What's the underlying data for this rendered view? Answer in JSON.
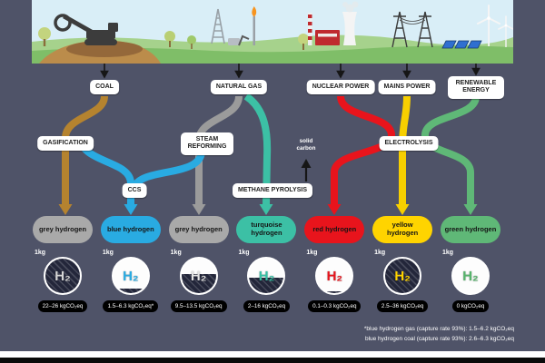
{
  "banner": {
    "scene_icons": [
      "coal-mine-excavator",
      "trees",
      "oil-derrick",
      "flare-stack",
      "oil-tank",
      "nuclear-plant-cooling-tower",
      "striped-chimney",
      "transmission-towers",
      "solar-panels",
      "wind-turbines"
    ]
  },
  "sources": [
    {
      "id": "coal",
      "label": "COAL"
    },
    {
      "id": "natural-gas",
      "label": "NATURAL GAS"
    },
    {
      "id": "nuclear-power",
      "label": "NUCLEAR POWER"
    },
    {
      "id": "mains-power",
      "label": "MAINS POWER"
    },
    {
      "id": "renewable-energy",
      "label": "RENEWABLE ENERGY"
    }
  ],
  "processes": [
    {
      "id": "gasification",
      "label": "GASIFICATION"
    },
    {
      "id": "steam-reforming",
      "label": "STEAM REFORMING"
    },
    {
      "id": "ccs",
      "label": "CCS"
    },
    {
      "id": "methane-pyrolysis",
      "label": "METHANE PYROLYSIS"
    },
    {
      "id": "electrolysis",
      "label": "ELECTROLYSIS"
    }
  ],
  "solid_carbon_label": "solid carbon",
  "hydrogens": [
    {
      "name": "grey hydrogen",
      "color": "#a9a9a9",
      "mass": "1kg",
      "h2": "H₂",
      "h2_color": "#d6d6d6",
      "fill_pct": 100,
      "emission": "22–26 kgCO₂eq"
    },
    {
      "name": "blue hydrogen",
      "color": "#29abe2",
      "mass": "1kg",
      "h2": "H₂",
      "h2_color": "#29abe2",
      "fill_pct": 12,
      "emission": "1.5–6.3 kgCO₂eq*"
    },
    {
      "name": "grey hydrogen",
      "color": "#a9a9a9",
      "mass": "1kg",
      "h2": "H₂",
      "h2_color": "#e2e2e2",
      "fill_pct": 55,
      "emission": "9.5–13.5 kgCO₂eq"
    },
    {
      "name": "turquoise hydrogen",
      "color": "#3cc0a5",
      "mass": "1kg",
      "h2": "H₂",
      "h2_color": "#35c0a4",
      "fill_pct": 45,
      "emission": "2–16 kgCO₂eq"
    },
    {
      "name": "red hydrogen",
      "color": "#e8141c",
      "mass": "1kg",
      "h2": "H₂",
      "h2_color": "#e8141c",
      "fill_pct": 6,
      "emission": "0.1–0.3 kgCO₂eq"
    },
    {
      "name": "yellow hydrogen",
      "color": "#ffd400",
      "mass": "1kg",
      "h2": "H₂",
      "h2_color": "#ffd400",
      "fill_pct": 100,
      "emission": "2.5–36 kgCO₂eq"
    },
    {
      "name": "green hydrogen",
      "color": "#5fb877",
      "mass": "1kg",
      "h2": "H₂",
      "h2_color": "#56b46c",
      "fill_pct": 0,
      "emission": "0 kgCO₂eq"
    }
  ],
  "footnote": [
    "*blue hydrogen gas (capture rate 93%): 1.5–6.2 kgCO₂eq",
    "blue hydrogen coal (capture rate 93%): 2.6–6.3 kgCO₂eq"
  ],
  "colors": {
    "background": "#4f5368",
    "brown": "#b5832f",
    "blue": "#29abe2",
    "grey": "#9b9b9b",
    "turquoise": "#3cc0a5",
    "red": "#e8141c",
    "yellow": "#f7cf00",
    "green": "#5fb877"
  }
}
